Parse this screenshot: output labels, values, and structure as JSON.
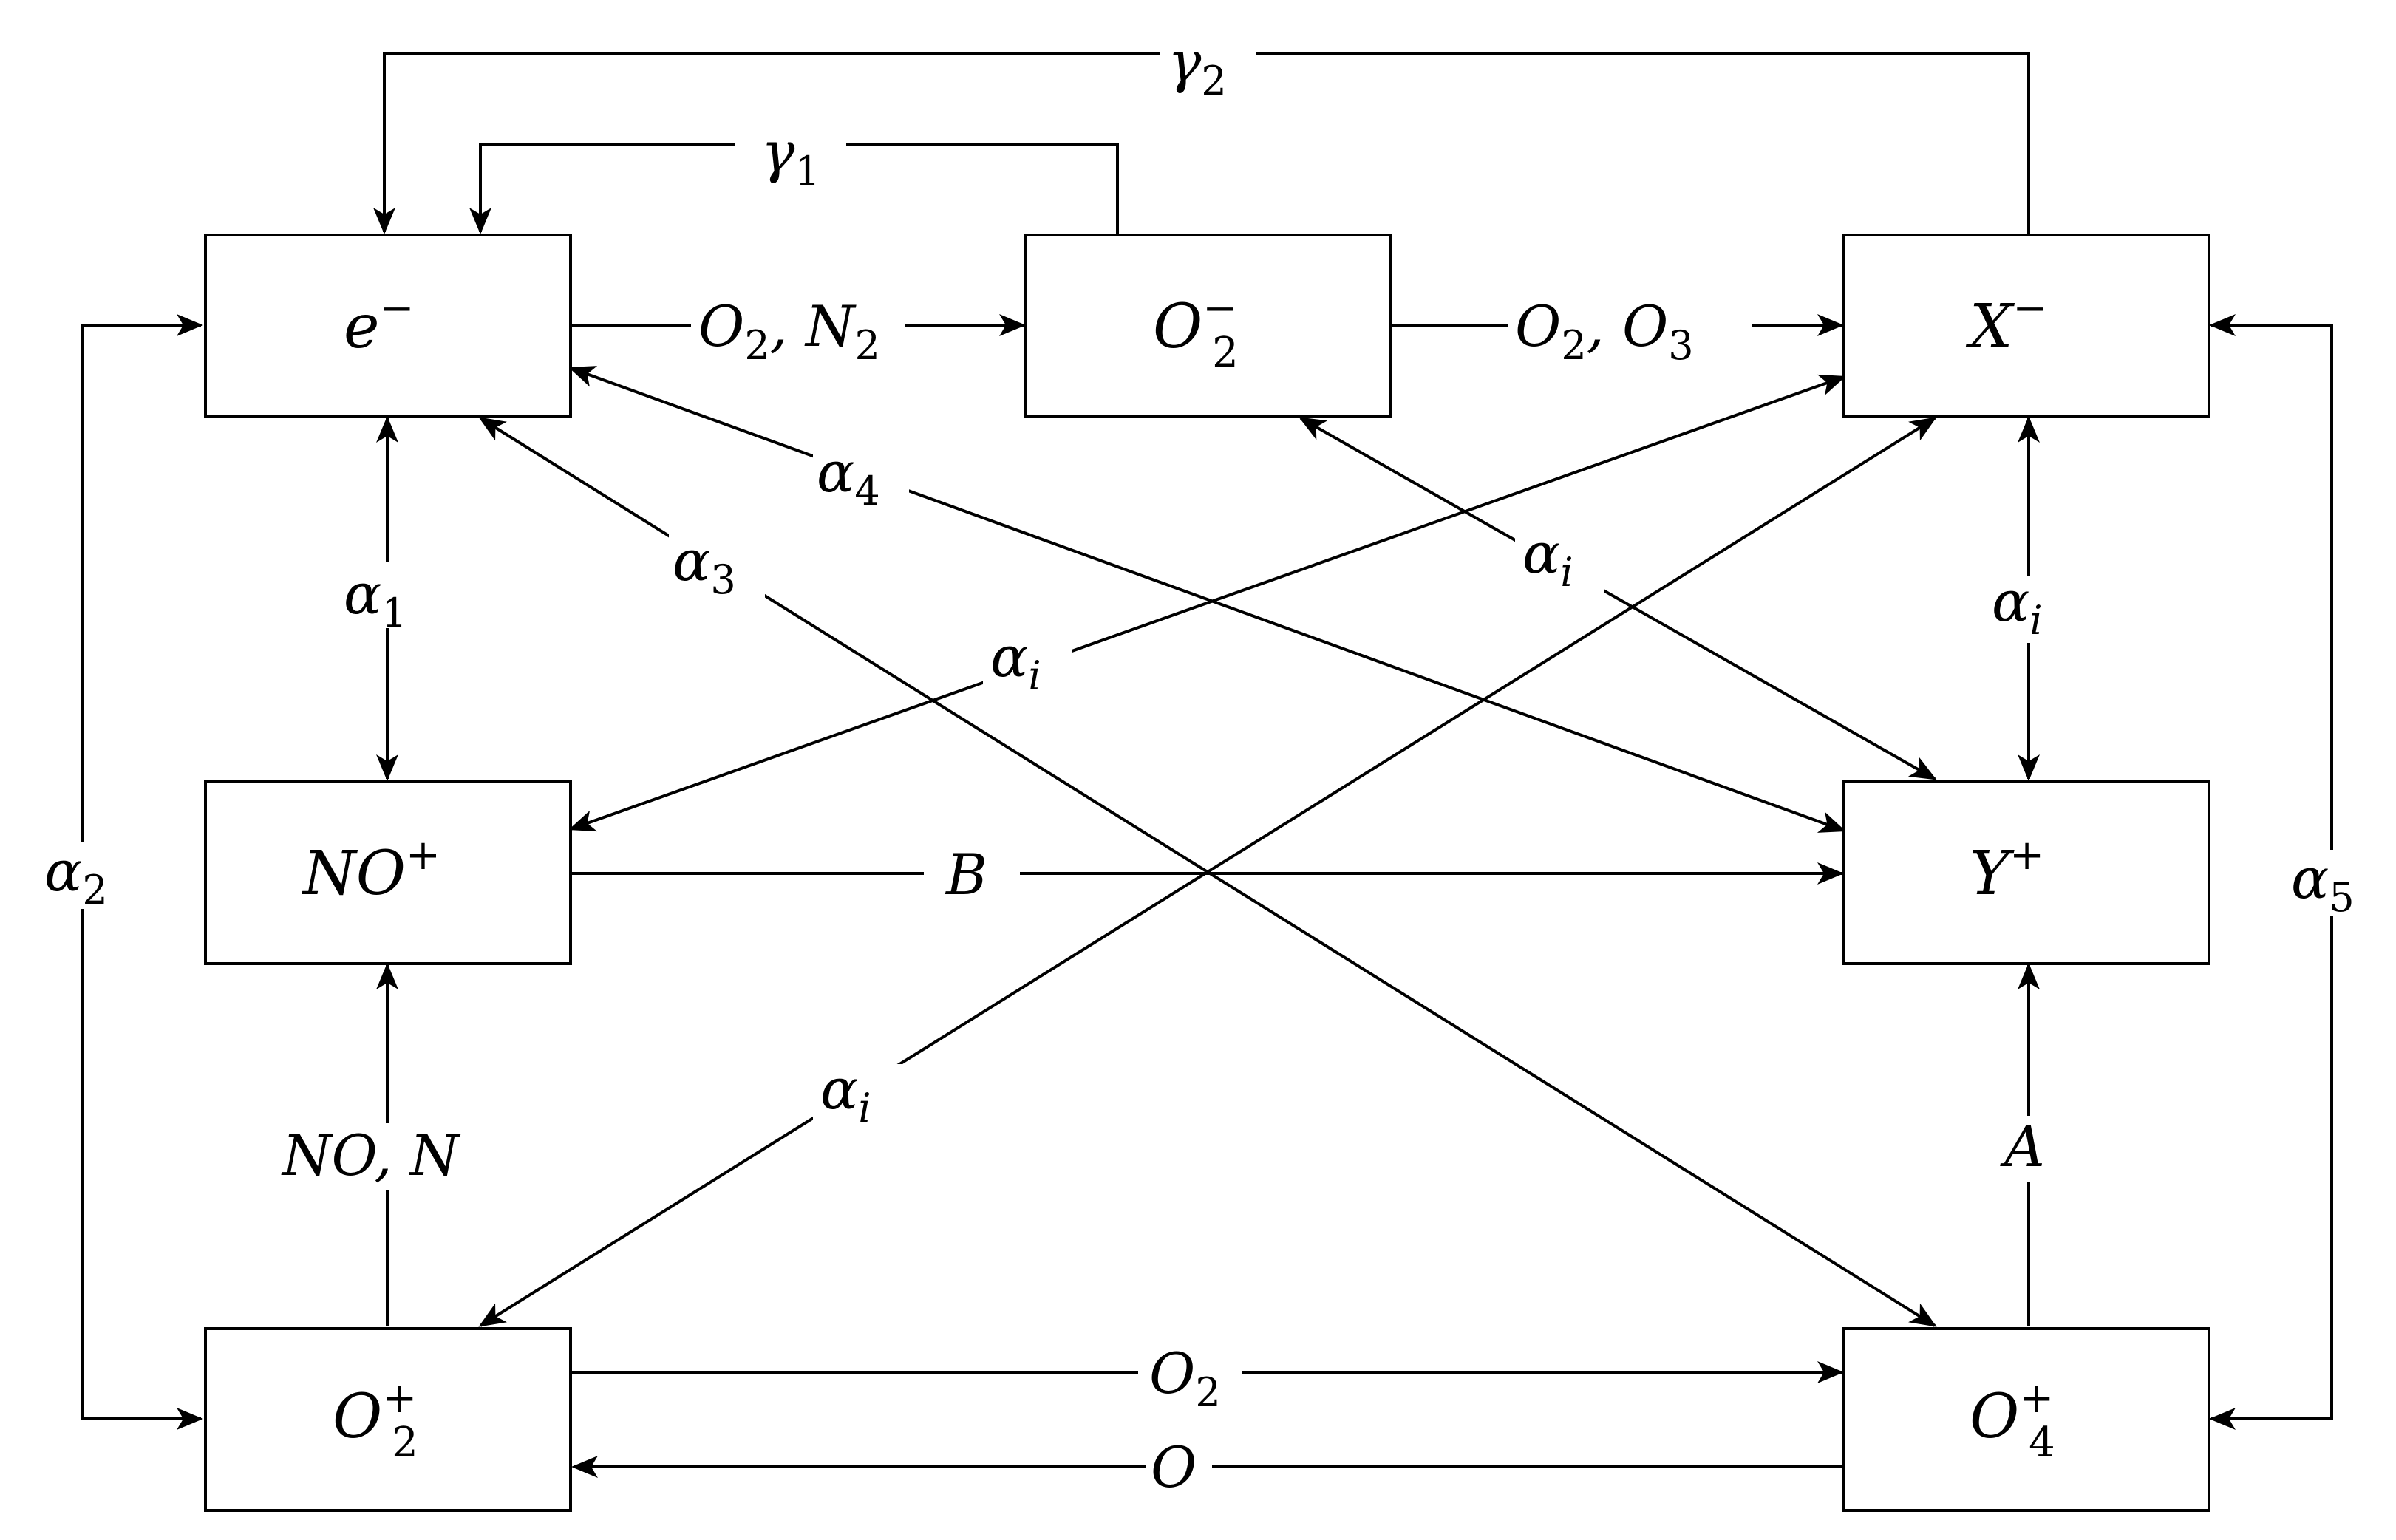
{
  "nodes": {
    "electron": {
      "base": "e",
      "sup": "−",
      "sub": ""
    },
    "o2_minus": {
      "base": "O",
      "sup": "−",
      "sub": "2"
    },
    "x_minus": {
      "base": "X",
      "sup": "−",
      "sub": ""
    },
    "no_plus": {
      "base": "NO",
      "sup": "+",
      "sub": ""
    },
    "y_plus": {
      "base": "Y",
      "sup": "+",
      "sub": ""
    },
    "o2_plus": {
      "base": "O",
      "sup": "+",
      "sub": "2"
    },
    "o4_plus": {
      "base": "O",
      "sup": "+",
      "sub": "4"
    }
  },
  "edges": {
    "gamma2": {
      "base": "γ",
      "sub": "2"
    },
    "gamma1": {
      "base": "γ",
      "sub": "1"
    },
    "e_to_o2minus": {
      "text": "O₂, N₂"
    },
    "o2minus_to_xminus": {
      "text": "O₂, O₃"
    },
    "alpha1": {
      "base": "α",
      "sub": "1"
    },
    "alpha2": {
      "base": "α",
      "sub": "2"
    },
    "alpha3": {
      "base": "α",
      "sub": "3"
    },
    "alpha4": {
      "base": "α",
      "sub": "4"
    },
    "alpha5": {
      "base": "α",
      "sub": "5"
    },
    "alpha_i_xy": {
      "base": "α",
      "sub": "i"
    },
    "alpha_i_o2m_y": {
      "base": "α",
      "sub": "i"
    },
    "alpha_i_no_x": {
      "base": "α",
      "sub": "i"
    },
    "alpha_i_o2p_x": {
      "base": "α",
      "sub": "i"
    },
    "B": {
      "text": "B"
    },
    "A": {
      "text": "A"
    },
    "NO_N": {
      "text": "NO, N"
    },
    "O2": {
      "base": "O",
      "sub": "2"
    },
    "O": {
      "text": "O"
    }
  }
}
